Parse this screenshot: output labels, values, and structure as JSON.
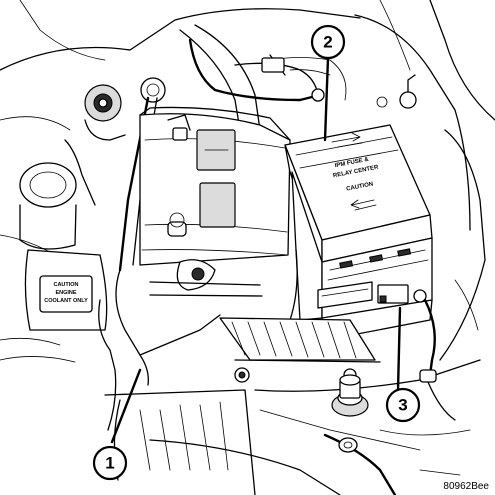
{
  "fuse_box_label": [
    "IPM FUSE &",
    "RELAY CENTER"
  ],
  "fuse_box_caution": "CAUTION",
  "coolant_label": [
    "CAUTION",
    "ENGINE",
    "COOLANT ONLY"
  ],
  "callouts": [
    "1",
    "2",
    "3"
  ],
  "figure_id": "80962Bee"
}
